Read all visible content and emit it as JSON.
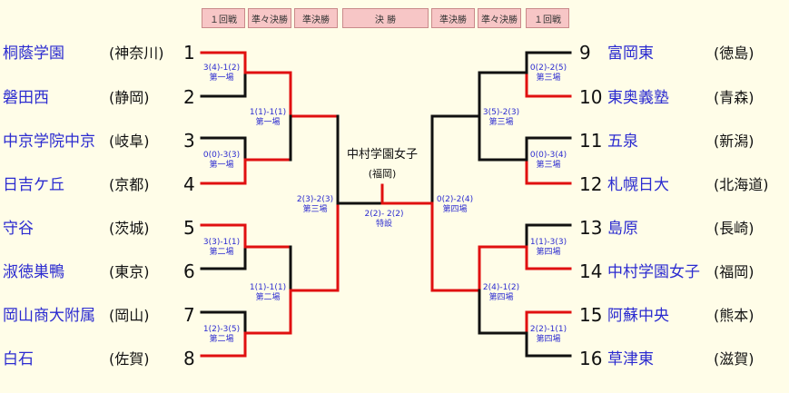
{
  "headers": [
    "１回戦",
    "準々決勝",
    "準決勝",
    "決 勝",
    "準決勝",
    "準々決勝",
    "１回戦"
  ],
  "left_teams": [
    {
      "num": "1",
      "school": "桐蔭学園",
      "pref": "(神奈川)"
    },
    {
      "num": "2",
      "school": "磐田西",
      "pref": "(静岡)"
    },
    {
      "num": "3",
      "school": "中京学院中京",
      "pref": "(岐阜)"
    },
    {
      "num": "4",
      "school": "日吉ケ丘",
      "pref": "(京都)"
    },
    {
      "num": "5",
      "school": "守谷",
      "pref": "(茨城)"
    },
    {
      "num": "6",
      "school": "淑徳巣鴨",
      "pref": "(東京)"
    },
    {
      "num": "7",
      "school": "岡山商大附属",
      "pref": "(岡山)"
    },
    {
      "num": "8",
      "school": "白石",
      "pref": "(佐賀)"
    }
  ],
  "right_teams": [
    {
      "num": "9",
      "school": "富岡東",
      "pref": "(徳島)"
    },
    {
      "num": "10",
      "school": "東奥義塾",
      "pref": "(青森)"
    },
    {
      "num": "11",
      "school": "五泉",
      "pref": "(新潟)"
    },
    {
      "num": "12",
      "school": "札幌日大",
      "pref": "(北海道)"
    },
    {
      "num": "13",
      "school": "島原",
      "pref": "(長崎)"
    },
    {
      "num": "14",
      "school": "中村学園女子",
      "pref": "(福岡)"
    },
    {
      "num": "15",
      "school": "阿蘇中央",
      "pref": "(熊本)"
    },
    {
      "num": "16",
      "school": "草津東",
      "pref": "(滋賀)"
    }
  ],
  "scores": [
    {
      "score": "3(4)-1(2)",
      "venue": "第一場"
    },
    {
      "score": "0(0)-3(3)",
      "venue": "第一場"
    },
    {
      "score": "3(3)-1(1)",
      "venue": "第二場"
    },
    {
      "score": "1(2)-3(5)",
      "venue": "第二場"
    },
    {
      "score": "1(1)-1(1)",
      "venue": "第一場"
    },
    {
      "score": "1(1)-1(1)",
      "venue": "第二場"
    },
    {
      "score": "2(3)-2(3)",
      "venue": "第三場"
    },
    {
      "score": "0(2)-2(5)",
      "venue": "第三場"
    },
    {
      "score": "0(0)-3(4)",
      "venue": "第三場"
    },
    {
      "score": "1(1)-3(3)",
      "venue": "第四場"
    },
    {
      "score": "2(2)-1(1)",
      "venue": "第四場"
    },
    {
      "score": "3(5)-2(3)",
      "venue": "第三場"
    },
    {
      "score": "2(4)-1(2)",
      "venue": "第四場"
    },
    {
      "score": "0(2)-2(4)",
      "venue": "第四場"
    },
    {
      "score": "2(2)- 2(2)",
      "venue": "特設"
    }
  ],
  "champion": {
    "school": "中村学園女子",
    "pref": "(福岡)"
  },
  "colors": {
    "win": "#e01010",
    "lose": "#111111",
    "school": "#2b2bd0",
    "header": "#f7c6c6"
  }
}
